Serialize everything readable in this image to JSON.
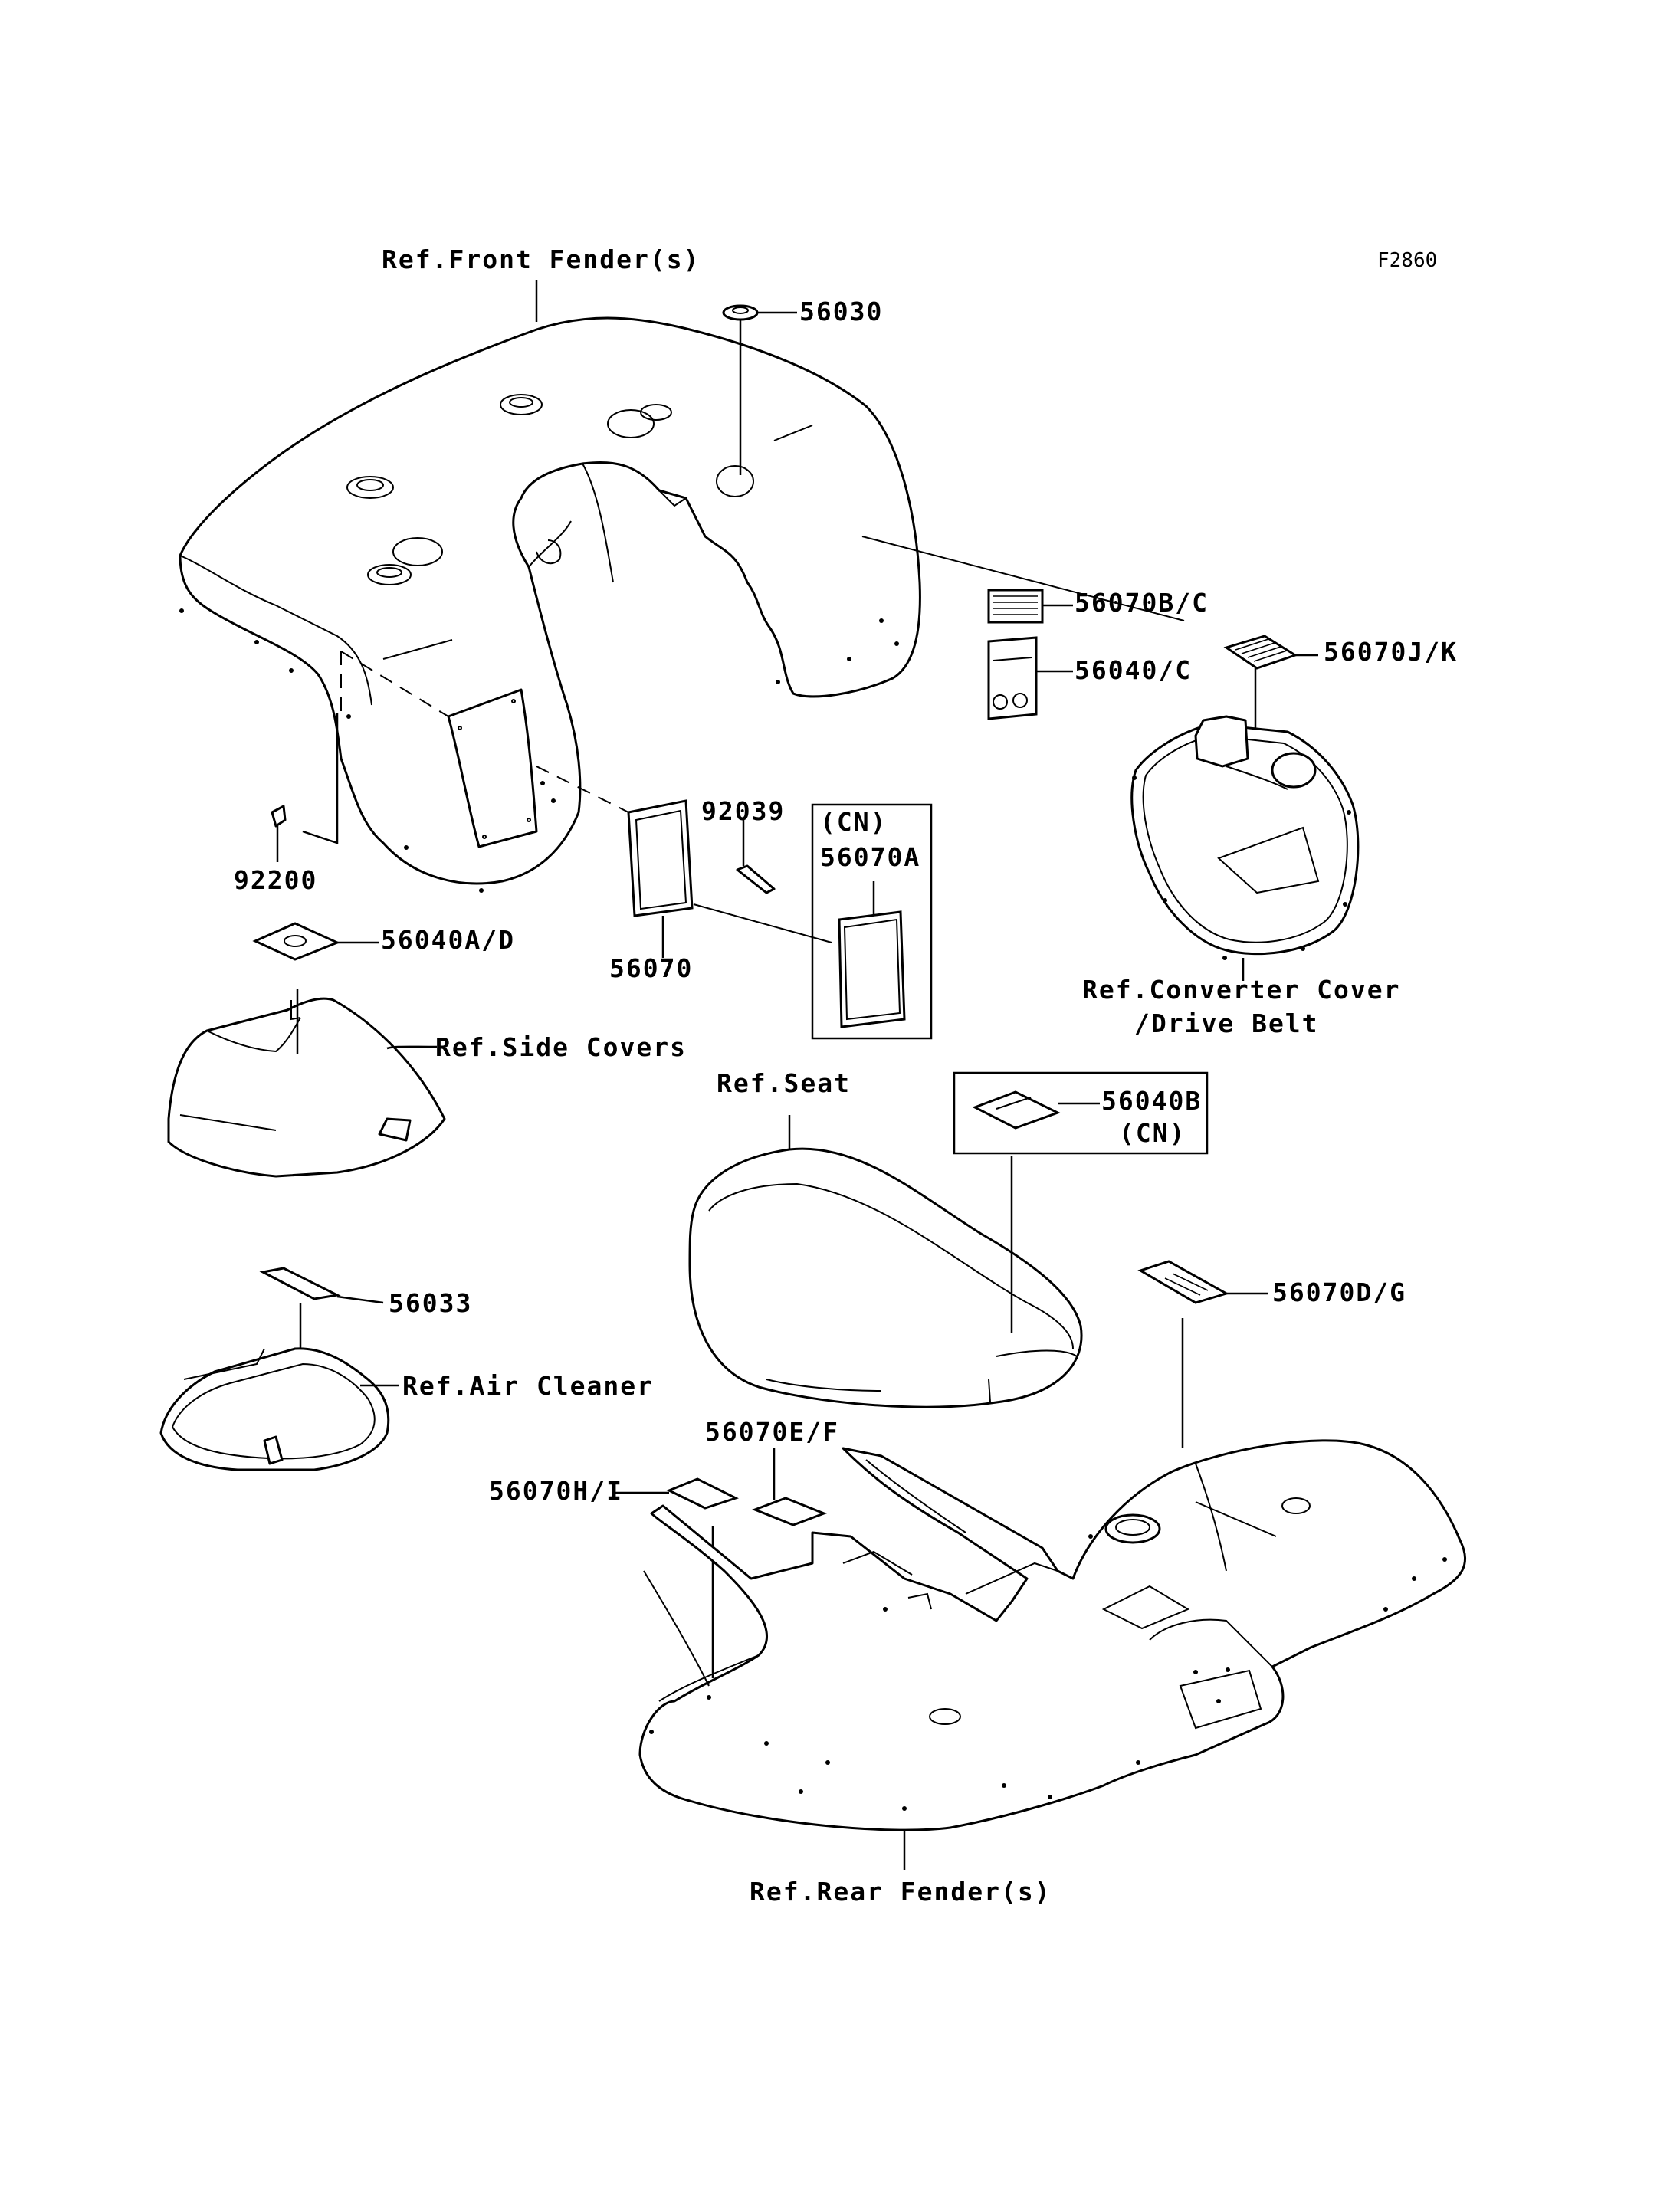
{
  "figure_code": "F2860",
  "references": {
    "front_fender": "Ref.Front Fender(s)",
    "side_covers": "Ref.Side Covers",
    "air_cleaner": "Ref.Air Cleaner",
    "seat": "Ref.Seat",
    "converter_cover_line1": "Ref.Converter Cover",
    "converter_cover_line2": "/Drive Belt",
    "rear_fender": "Ref.Rear Fender(s)"
  },
  "parts": {
    "p56030": "56030",
    "p56070bc": "56070B/C",
    "p56040c": "56040/C",
    "p56070jk": "56070J/K",
    "p92200": "92200",
    "p92039": "92039",
    "p56070": "56070",
    "cn_tag": "(CN)",
    "p56070a": "56070A",
    "p56040ad": "56040A/D",
    "p56040b": "56040B",
    "cn_tag2": "(CN)",
    "p56033": "56033",
    "p56070dg": "56070D/G",
    "p56070ef": "56070E/F",
    "p56070hi": "56070H/I"
  }
}
